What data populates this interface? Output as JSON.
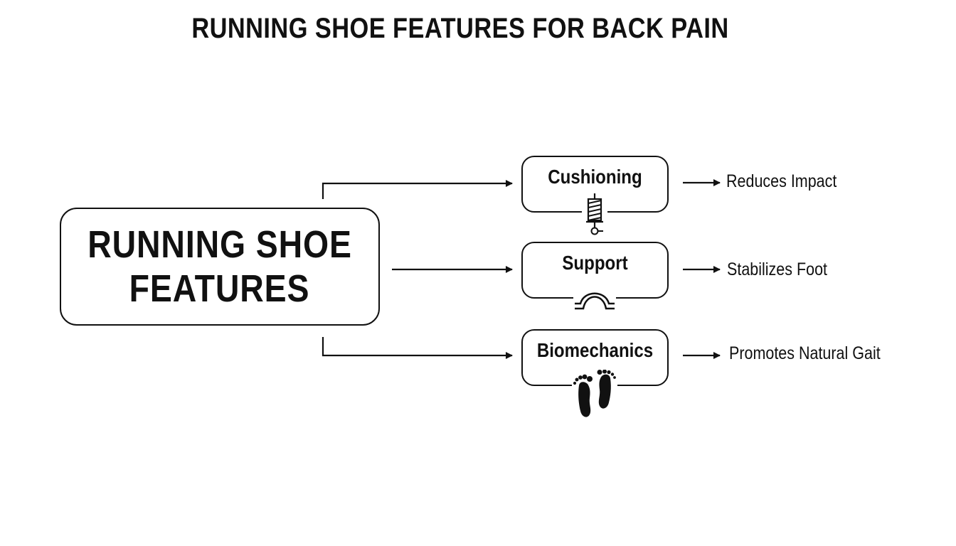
{
  "title": "RUNNING SHOE FEATURES FOR BACK PAIN",
  "main_node": {
    "line1": "RUNNING SHOE",
    "line2": "FEATURES"
  },
  "features": [
    {
      "label": "Cushioning",
      "icon": "spring-icon",
      "outcome": "Reduces Impact"
    },
    {
      "label": "Support",
      "icon": "arch-support-icon",
      "outcome": "Stabilizes Foot"
    },
    {
      "label": "Biomechanics",
      "icon": "footprints-icon",
      "outcome": "Promotes Natural Gait"
    }
  ]
}
